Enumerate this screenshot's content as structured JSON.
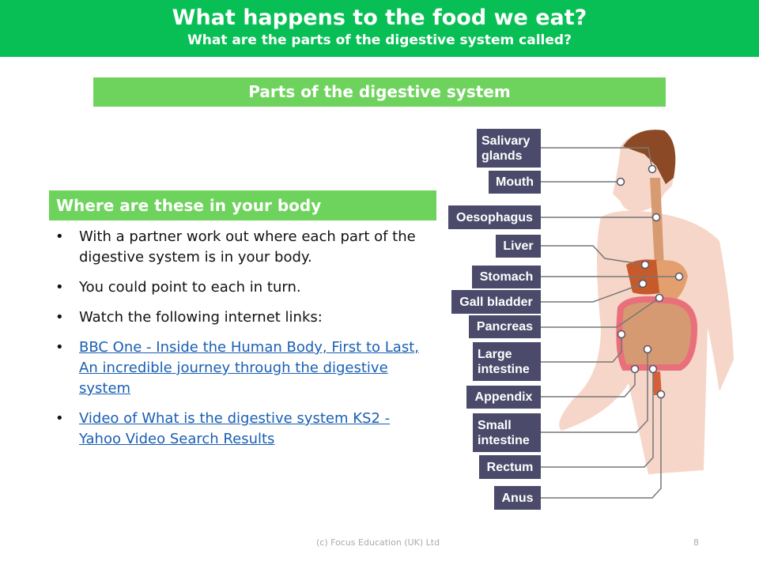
{
  "header": {
    "title": "What happens to the food we eat?",
    "subtitle": "What are the parts of the digestive system called?"
  },
  "section_title": "Parts of the digestive system",
  "left": {
    "heading": "Where are these in your body",
    "bullets": [
      "With a partner work out where each part of the digestive system is in your body.",
      "You could point to each in turn.",
      "Watch the following internet links:"
    ],
    "links": [
      "BBC One - Inside the Human Body, First to Last, An incredible journey through the digestive system",
      "Video of What is the digestive system KS2 - Yahoo Video Search Results"
    ]
  },
  "diagram": {
    "labels": [
      "Salivary glands",
      "Mouth",
      "Oesophagus",
      "Liver",
      "Stomach",
      "Gall bladder",
      "Pancreas",
      "Large intestine",
      "Appendix",
      "Small intestine",
      "Rectum",
      "Anus"
    ]
  },
  "footer": {
    "copyright": "(c) Focus Education (UK) Ltd",
    "page": "8"
  }
}
